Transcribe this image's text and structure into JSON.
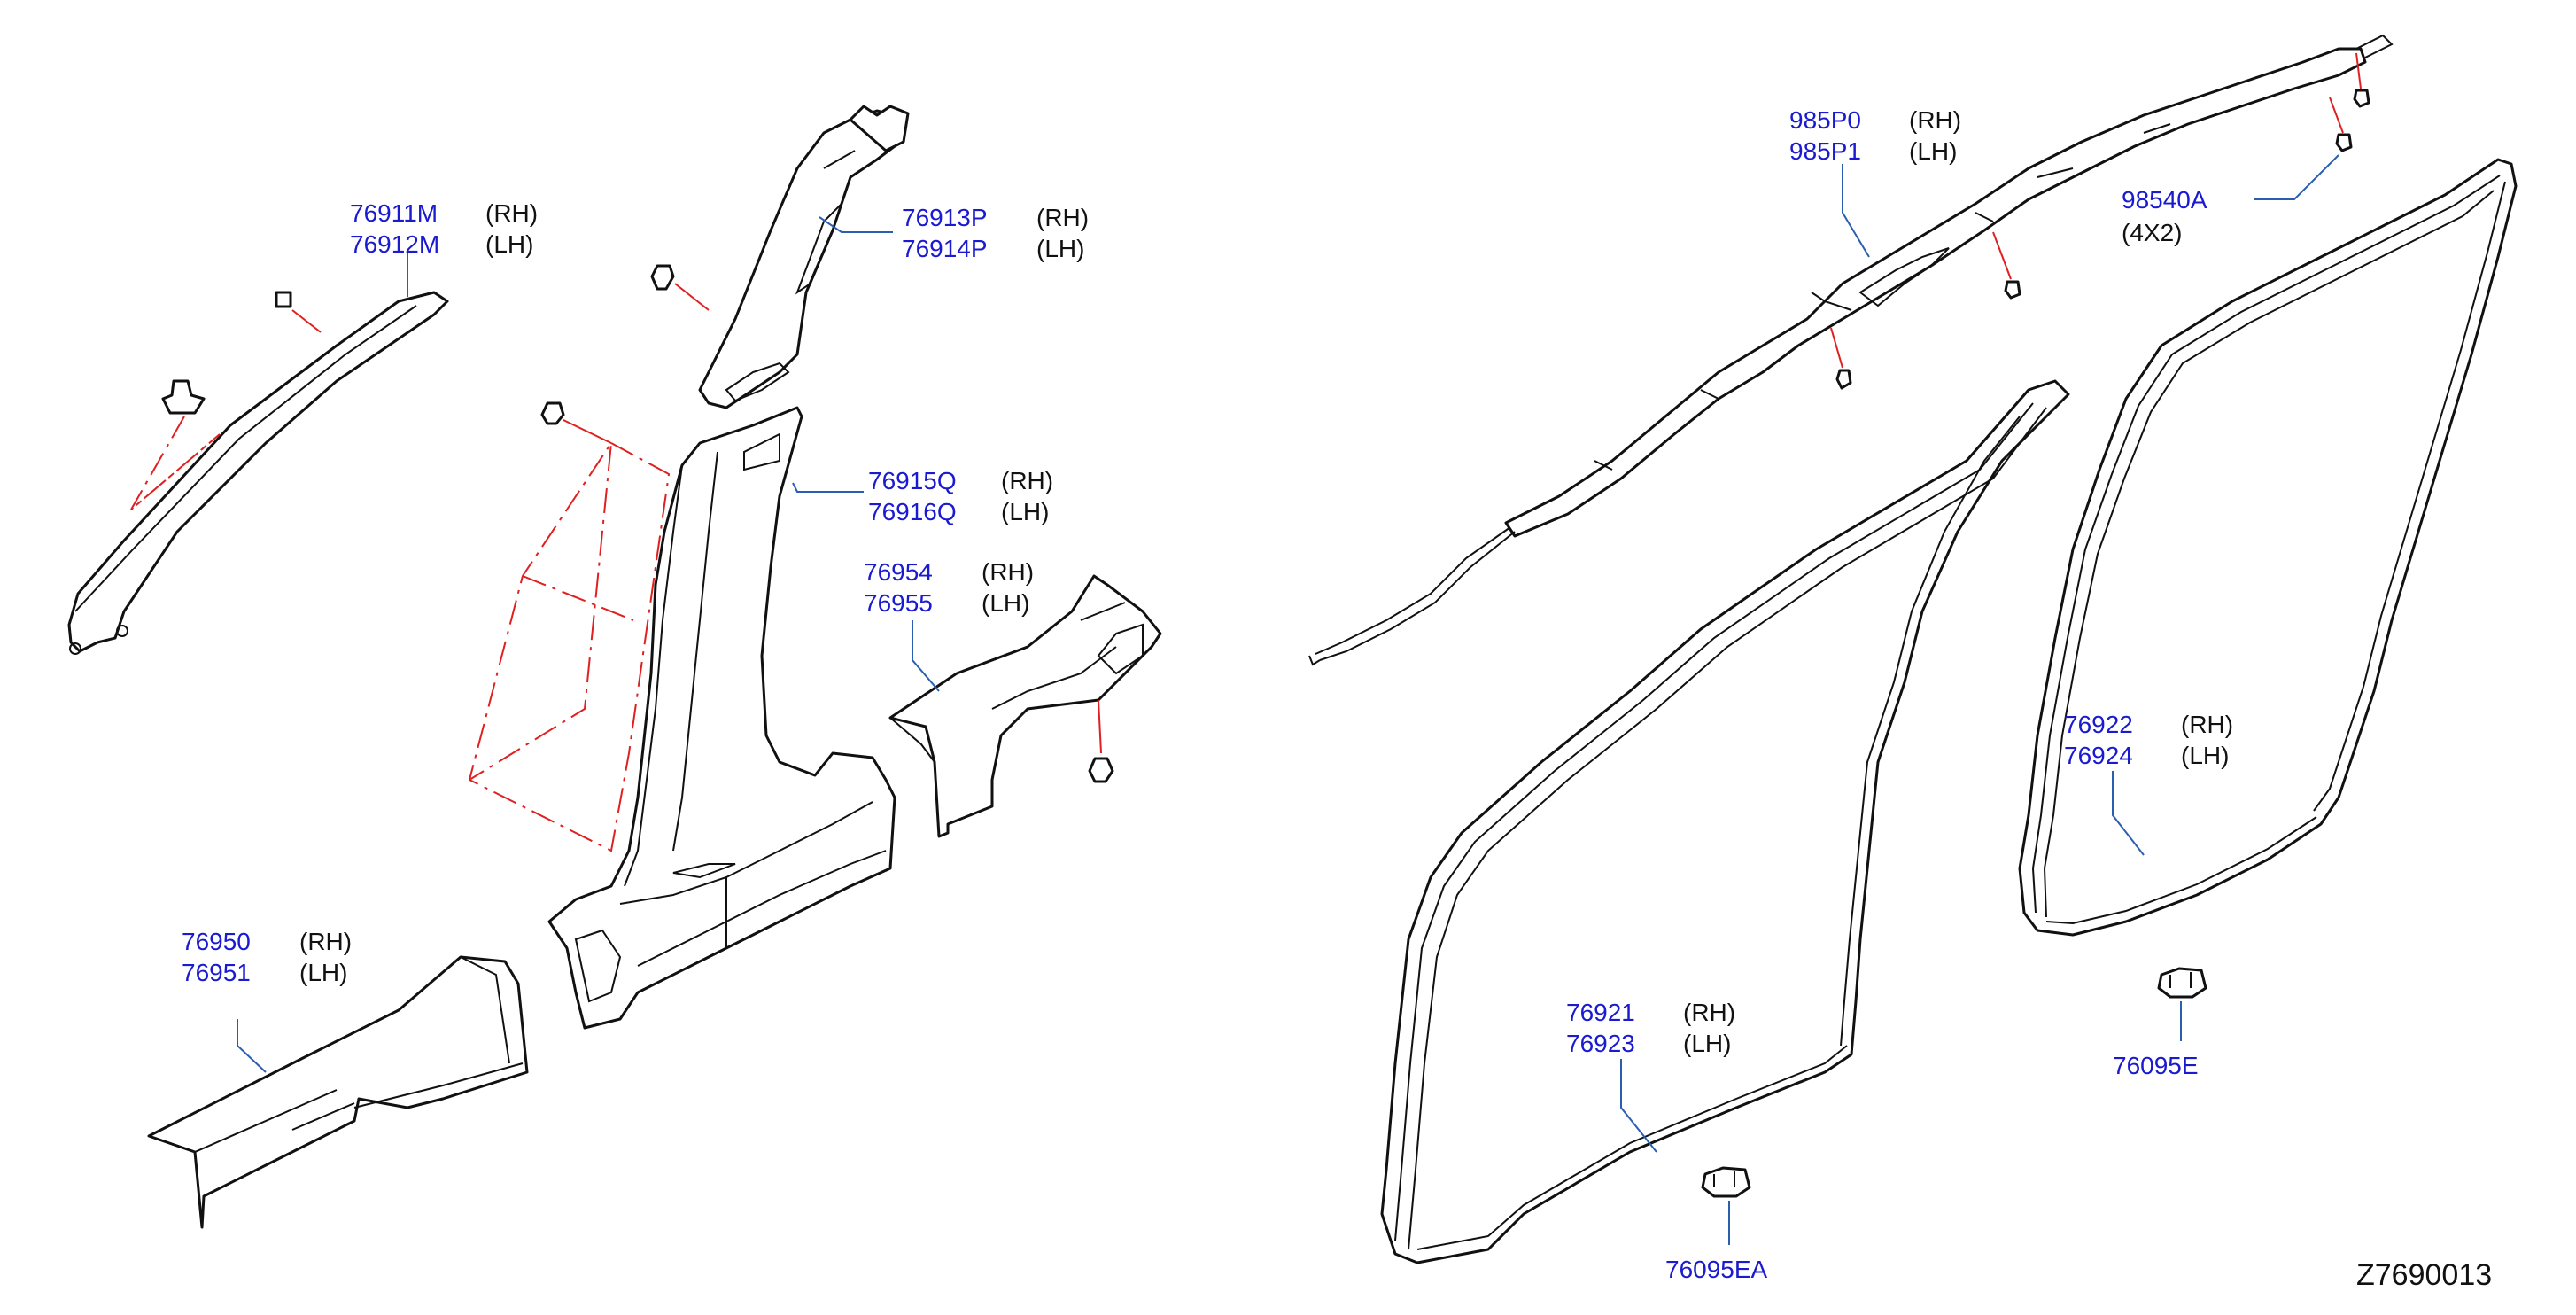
{
  "parts": {
    "a_pillar_upper": {
      "pn1": "76911M",
      "pn2": "76912M",
      "side1": "(RH)",
      "side2": "(LH)"
    },
    "a_pillar_lower": {
      "pn1": "76913P",
      "pn2": "76914P",
      "side1": "(RH)",
      "side2": "(LH)"
    },
    "b_pillar": {
      "pn1": "76915Q",
      "pn2": "76916Q",
      "side1": "(RH)",
      "side2": "(LH)"
    },
    "rear_kick": {
      "pn1": "76954",
      "pn2": "76955",
      "side1": "(RH)",
      "side2": "(LH)"
    },
    "sill_plate": {
      "pn1": "76950",
      "pn2": "76951",
      "side1": "(RH)",
      "side2": "(LH)"
    },
    "curtain_airbag": {
      "pn1": "985P0",
      "pn2": "985P1",
      "side1": "(RH)",
      "side2": "(LH)"
    },
    "airbag_bolt": {
      "pn": "98540A",
      "qty": "(4X2)"
    },
    "rear_weatherstrip": {
      "pn1": "76922",
      "pn2": "76924",
      "side1": "(RH)",
      "side2": "(LH)"
    },
    "front_weatherstrip": {
      "pn1": "76921",
      "pn2": "76923",
      "side1": "(RH)",
      "side2": "(LH)"
    },
    "clip_rear": {
      "pn": "76095E"
    },
    "clip_front": {
      "pn": "76095EA"
    }
  },
  "diagram_code": "Z7690013",
  "colors": {
    "part_number": "#1a1ad0",
    "leader": "#2a5fb0",
    "dash": "#e02020"
  }
}
